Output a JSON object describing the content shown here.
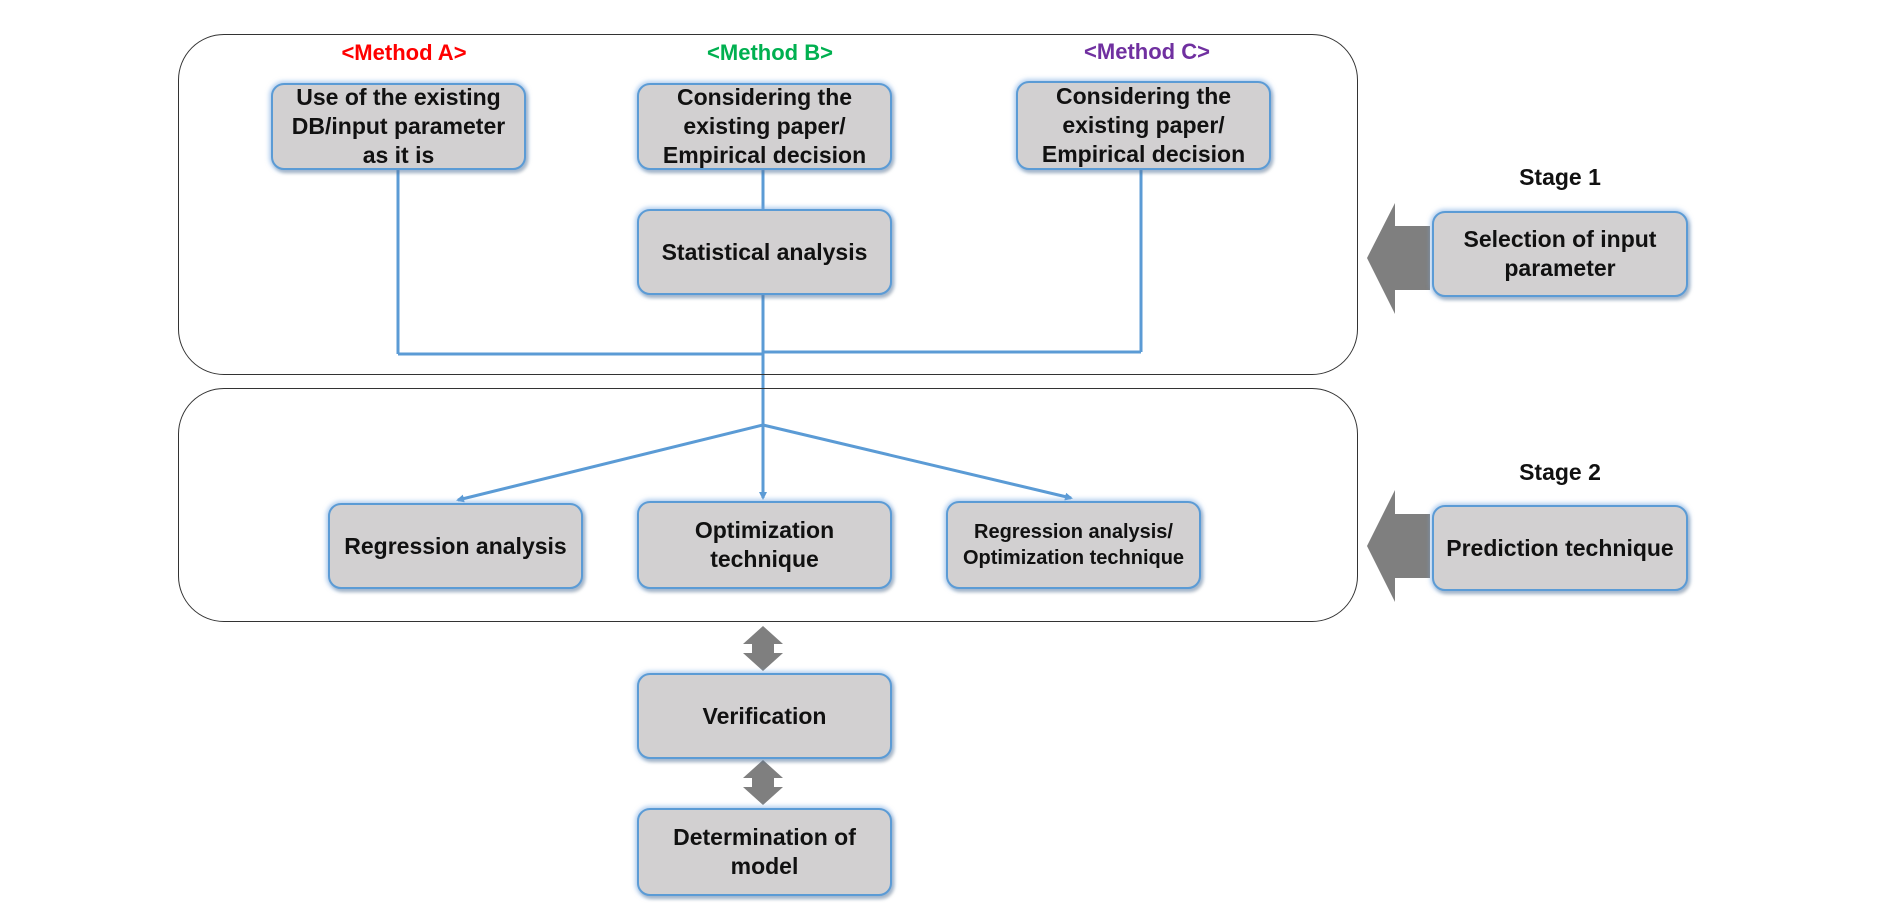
{
  "colors": {
    "method_a": "#ff0000",
    "method_b": "#00b050",
    "method_c": "#7030a0",
    "connector": "#5b9bd5",
    "box_fill": "#d2d0d1",
    "arrow_fill": "#7f7f7f"
  },
  "methods": {
    "a": "<Method A>",
    "b": "<Method B>",
    "c": "<Method C>"
  },
  "nodes": {
    "method_a_box": "Use of the existing DB/input parameter as it is",
    "method_b_box": "Considering the existing paper/ Empirical decision",
    "method_c_box": "Considering the existing paper/ Empirical decision",
    "statistical_analysis": "Statistical analysis",
    "regression_analysis": "Regression analysis",
    "optimization_technique": "Optimization technique",
    "regression_optimization": "Regression analysis/ Optimization technique",
    "verification": "Verification",
    "determination_of_model": "Determination of model"
  },
  "stages": {
    "stage1": {
      "label": "Stage 1",
      "box": "Selection of input parameter"
    },
    "stage2": {
      "label": "Stage 2",
      "box": "Prediction technique"
    }
  }
}
